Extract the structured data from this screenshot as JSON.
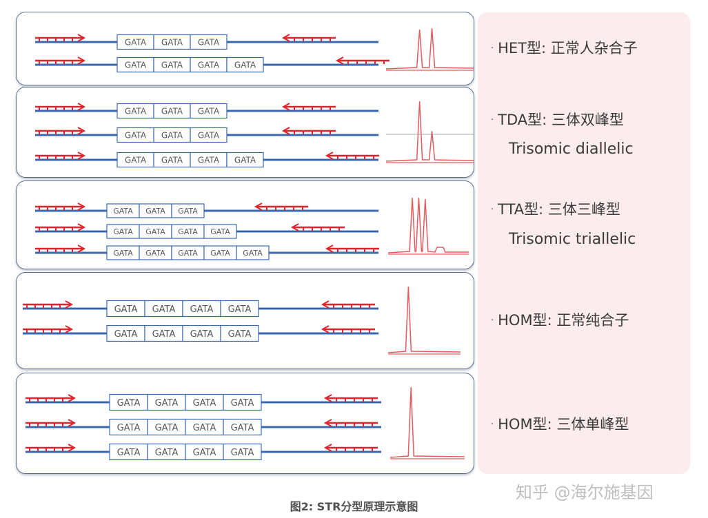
{
  "repeat_unit": "GATA",
  "colors": {
    "strand": "#3a67b0",
    "primer": "#e2242a",
    "peak": "#e65a5e",
    "panel_border": "#5a6f90",
    "side_bg": "#fcecee"
  },
  "panels": [
    {
      "id": "het",
      "repeat_counts": [
        3,
        4
      ],
      "peaks": [
        0.92,
        0.95
      ],
      "label": "HET型: 正常人杂合子",
      "sublabel": ""
    },
    {
      "id": "tda",
      "repeat_counts": [
        3,
        3,
        4
      ],
      "peaks": [
        1.0,
        0.5
      ],
      "label": "TDA型: 三体双峰型",
      "sublabel": "Trisomic diallelic"
    },
    {
      "id": "tta",
      "repeat_counts": [
        3,
        4,
        5
      ],
      "peaks": [
        0.95,
        0.95,
        0.93
      ],
      "label": "TTA型: 三体三峰型",
      "sublabel": "Trisomic triallelic"
    },
    {
      "id": "hom2",
      "repeat_counts": [
        4,
        4
      ],
      "peaks": [
        1.0
      ],
      "label": "HOM型: 正常纯合子",
      "sublabel": ""
    },
    {
      "id": "hom3",
      "repeat_counts": [
        4,
        4,
        4
      ],
      "peaks": [
        1.0
      ],
      "label": "HOM型: 三体单峰型",
      "sublabel": ""
    }
  ],
  "bullet": "·",
  "caption": "图2: STR分型原理示意图",
  "watermark": "知乎 @海尔施基因"
}
